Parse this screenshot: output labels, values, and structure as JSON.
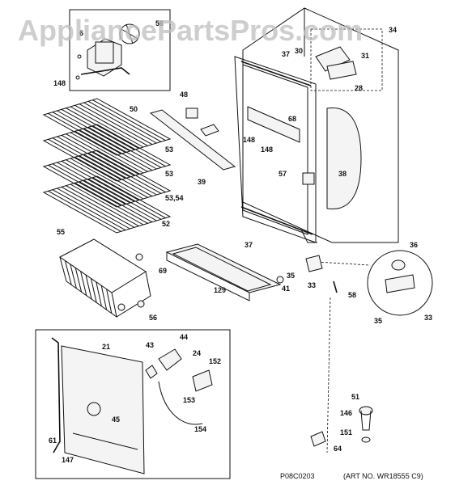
{
  "watermark": "AppliancePartsPros.com",
  "part_labels": [
    "6",
    "56",
    "34",
    "37",
    "30",
    "31",
    "28",
    "148",
    "48",
    "50",
    "68",
    "148",
    "148",
    "53",
    "53",
    "53,54",
    "52",
    "39",
    "57",
    "38",
    "37",
    "55",
    "69",
    "36",
    "35",
    "41",
    "33",
    "58",
    "129",
    "35",
    "33",
    "56",
    "44",
    "43",
    "21",
    "24",
    "152",
    "153",
    "45",
    "154",
    "61",
    "147",
    "51",
    "146",
    "151",
    "64"
  ],
  "footer": {
    "drawing_code": "P08C0203",
    "art_no": "(ART NO. WR18555 C9)"
  }
}
